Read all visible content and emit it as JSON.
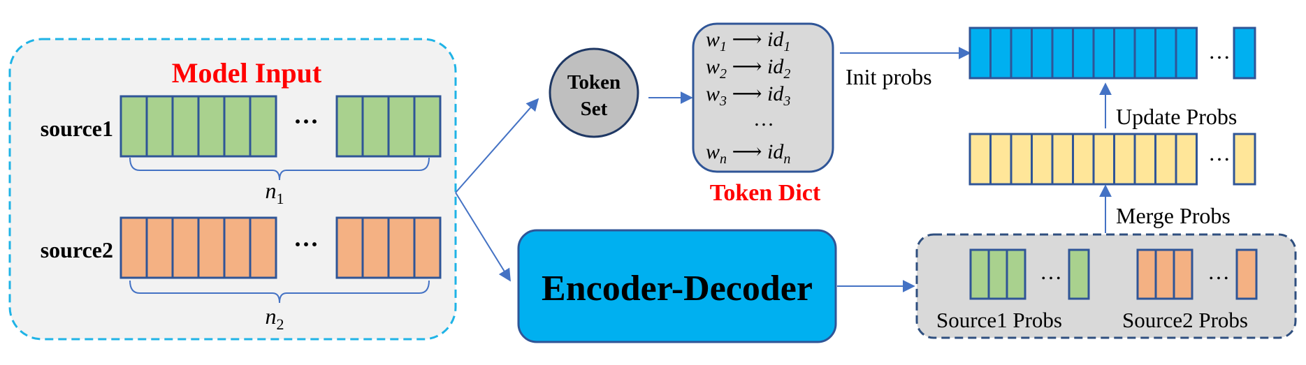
{
  "model_input": {
    "title": "Model Input",
    "source1_label": "source1",
    "source2_label": "source2",
    "n1_var": "n",
    "n1_sub": "1",
    "n2_var": "n",
    "n2_sub": "2",
    "ellipsis": "···"
  },
  "token_set": {
    "line1": "Token",
    "line2": "Set"
  },
  "token_dict": {
    "caption": "Token Dict",
    "rows": [
      {
        "w": "w",
        "w_sub": "1",
        "arrow": "⟶",
        "id": "id",
        "id_sub": "1"
      },
      {
        "w": "w",
        "w_sub": "2",
        "arrow": "⟶",
        "id": "id",
        "id_sub": "2"
      },
      {
        "w": "w",
        "w_sub": "3",
        "arrow": "⟶",
        "id": "id",
        "id_sub": "3"
      },
      {
        "w": "w",
        "w_sub": "n",
        "arrow": "⟶",
        "id": "id",
        "id_sub": "n"
      }
    ],
    "ellipsis": "…"
  },
  "encoder_decoder": {
    "label": "Encoder-Decoder"
  },
  "probs": {
    "init_label": "Init probs",
    "update_label": "Update Probs",
    "merge_label": "Merge Probs",
    "source1_probs": "Source1 Probs",
    "source2_probs": "Source2 Probs",
    "ellipsis": "…"
  },
  "colors": {
    "green": "#a9d18e",
    "orange": "#f4b183",
    "blue": "#00b0f0",
    "yellow": "#ffe699",
    "cell_border": "#2f5597",
    "arrow": "#4472c4",
    "red_title": "#ff0000",
    "panel_gray": "#f2f2f2",
    "box_gray": "#d9d9d9",
    "dashed_cyan": "#1fb3e6",
    "dashed_navy": "#2f4f7f"
  }
}
